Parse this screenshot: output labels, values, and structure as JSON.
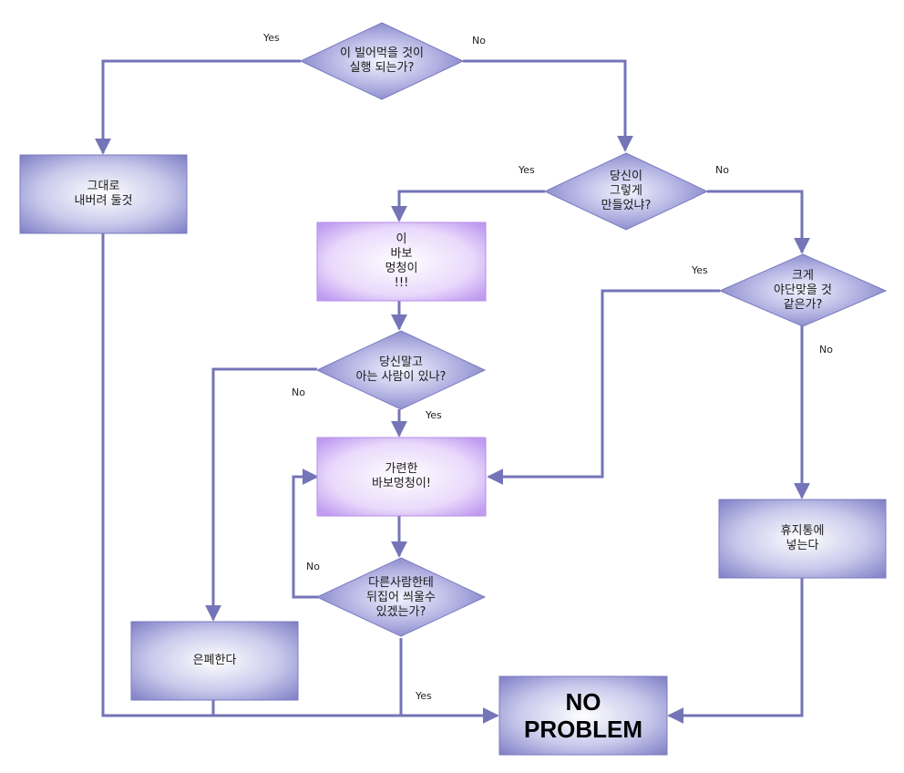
{
  "nodes": {
    "q_edible": "이 빌어먹을 것이\n실행 되는가?",
    "leave_alone": "그대로\n내버려 둘것",
    "q_you_did": "당신이\n그렇게\n만들었냐?",
    "stupid": "이\n바보\n멍청이\n!!!",
    "q_big_trouble": "크게\n야단맞을 것\n같은가?",
    "q_anyone_knows": "당신말고\n아는 사람이 있나?",
    "poor_stupid": "가련한\n바보멍청이!",
    "q_blame": "다른사람한테\n뒤집어 씌울수\n있겠는가?",
    "hide": "은폐한다",
    "trash": "휴지통에\n넣는다",
    "no_problem": "NO\nPROBLEM"
  },
  "edge_labels": {
    "e_edible_yes": "Yes",
    "e_edible_no": "No",
    "e_did_yes": "Yes",
    "e_did_no": "No",
    "e_big_yes": "Yes",
    "e_big_no": "No",
    "e_knows_no": "No",
    "e_knows_yes": "Yes",
    "e_blame_no": "No",
    "e_blame_yes": "Yes"
  }
}
